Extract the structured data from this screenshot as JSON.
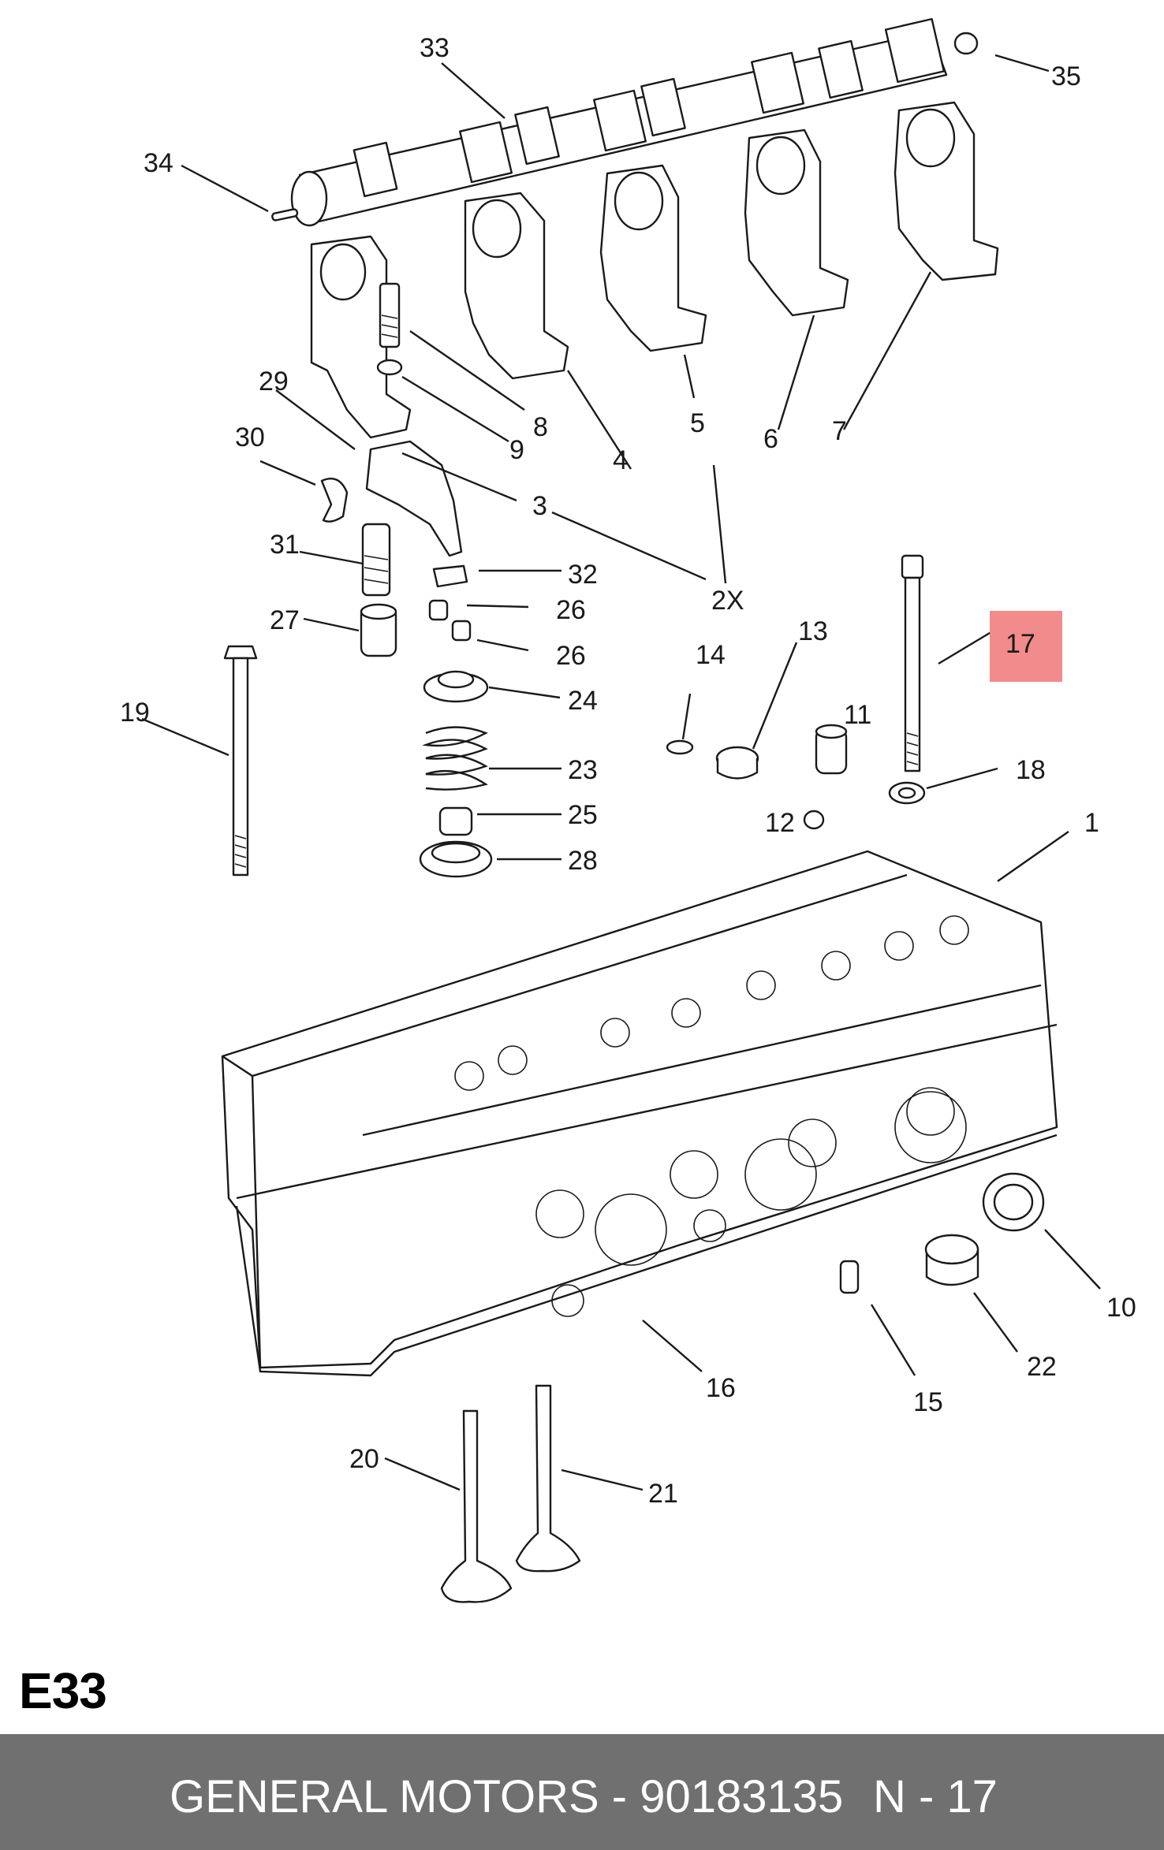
{
  "diagram": {
    "callouts": [
      "1",
      "2X",
      "3",
      "4",
      "5",
      "6",
      "7",
      "8",
      "9",
      "10",
      "11",
      "12",
      "13",
      "14",
      "15",
      "16",
      "17",
      "18",
      "19",
      "20",
      "21",
      "22",
      "23",
      "24",
      "25",
      "26",
      "26",
      "27",
      "28",
      "29",
      "30",
      "31",
      "32",
      "33",
      "34",
      "35"
    ],
    "highlight": {
      "label": "17",
      "color": "#f28b8b"
    }
  },
  "page_code": "E33",
  "footer": {
    "text": "GENERAL MOTORS - 90183135",
    "ref": "N - 17",
    "background": "#707070"
  }
}
